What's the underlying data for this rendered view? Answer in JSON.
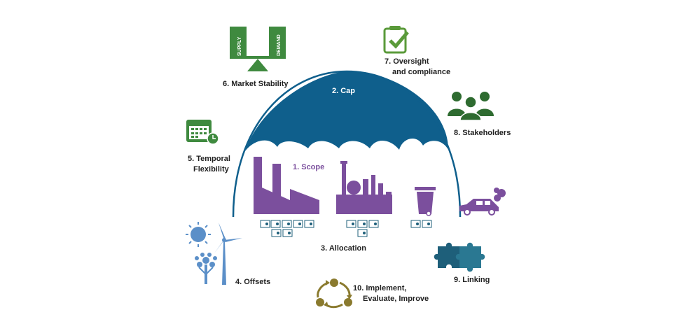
{
  "labels": {
    "scope": "1. Scope",
    "cap": "2. Cap",
    "allocation": "3. Allocation",
    "offsets": "4. Offsets",
    "temporal_line1": "5. Temporal",
    "temporal_line2": "Flexibility",
    "market_stability": "6. Market Stability",
    "oversight_line1": "7. Oversight",
    "oversight_line2": "and compliance",
    "stakeholders": "8. Stakeholders",
    "linking": "9. Linking",
    "implement_line1": "10. Implement,",
    "implement_line2": "Evaluate, Improve",
    "supply": "SUPPLY",
    "demand": "DEMAND"
  },
  "icons": {
    "market_stability": "supply-demand-scale-icon",
    "oversight": "clipboard-check-icon",
    "stakeholders": "people-group-icon",
    "temporal": "calendar-clock-icon",
    "scope": "factory-icon",
    "refinery": "refinery-icon",
    "waste": "trash-bin-icon",
    "car": "car-exhaust-icon",
    "allowances": "allowance-certificate-icon",
    "sun": "sun-icon",
    "wind": "wind-turbine-icon",
    "tree": "tree-icon",
    "linking": "puzzle-icon",
    "cycle": "cycle-arrows-icon"
  },
  "colors": {
    "cap": "#0f5f8c",
    "scope": "#7b4f9d",
    "green": "#3f8a3f",
    "dark_green": "#2e6b30",
    "offsets": "#5b8fc8",
    "linking": "#1e5f7a",
    "implement": "#8a7a2e",
    "label_text": "#222222"
  }
}
